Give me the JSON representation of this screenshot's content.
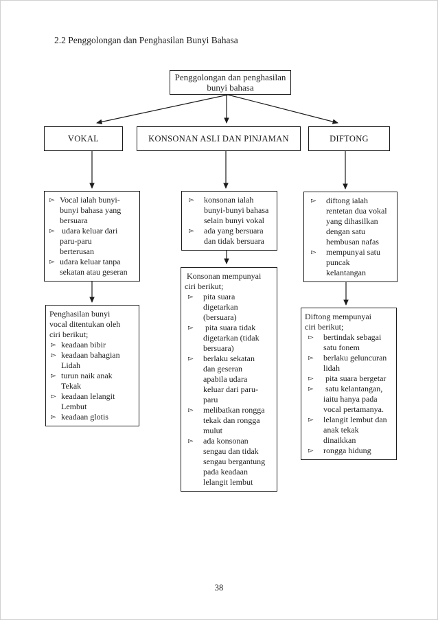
{
  "page": {
    "title": "2.2 Penggolongan dan Penghasilan Bunyi Bahasa",
    "page_number": "38",
    "background_color": "#ffffff",
    "ink_color": "#1c1c1c"
  },
  "glyphs": {
    "bullet": "▻"
  },
  "diagram": {
    "root": {
      "label": "Penggolongan dan penghasilan bunyi bahasa"
    },
    "branches": {
      "vokal": {
        "label": "VOKAL",
        "box1": {
          "items": [
            "Vocal ialah bunyi-\nbunyi bahasa yang\nbersuara",
            " udara keluar dari\nparu-paru\nberterusan",
            "udara keluar tanpa\nsekatan atau geseran"
          ]
        },
        "box2": {
          "heading": "Penghasilan bunyi\nvocal ditentukan oleh\nciri berikut;",
          "items": [
            "keadaan bibir",
            "keadaan bahagian\nLidah",
            "turun naik anak\nTekak",
            "keadaan lelangit\nLembut",
            "keadaan glotis"
          ]
        }
      },
      "konsonan": {
        "label": "KONSONAN ASLI DAN PINJAMAN",
        "box1": {
          "items": [
            "konsonan ialah\nbunyi-bunyi bahasa\nselain bunyi vokal",
            "ada yang bersuara\ndan tidak bersuara"
          ]
        },
        "box2": {
          "heading": " Konsonan mempunyai\nciri berikut;",
          "items": [
            "pita suara\ndigetarkan\n(bersuara)",
            " pita suara tidak\ndigetarkan (tidak\nbersuara)",
            "berlaku sekatan\ndan geseran\napabila udara\nkeluar dari paru-\nparu",
            "melibatkan rongga\ntekak dan rongga\nmulut",
            "ada konsonan\nsengau dan tidak\nsengau bergantung\npada keadaan\nlelangit lembut"
          ]
        }
      },
      "diftong": {
        "label": "DIFTONG",
        "box1": {
          "items": [
            "diftong ialah\nrentetan dua vokal\nyang dihasilkan\ndengan satu\nhembusan nafas",
            "mempunyai satu\npuncak\nkelantangan"
          ]
        },
        "box2": {
          "heading": "Diftong mempunyai\nciri berikut;",
          "items": [
            "bertindak sebagai\nsatu fonem",
            "berlaku geluncuran\nlidah",
            " pita suara bergetar",
            " satu kelantangan,\niaitu hanya pada\nvocal pertamanya.",
            "lelangit lembut dan\nanak tekak\ndinaikkan",
            "rongga hidung"
          ]
        }
      }
    }
  }
}
